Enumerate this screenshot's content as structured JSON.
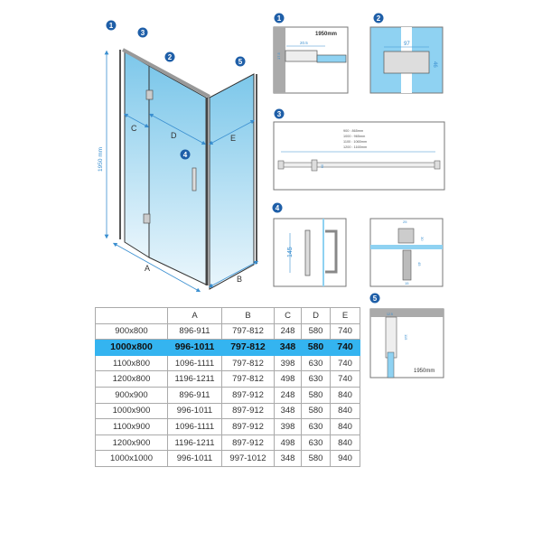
{
  "main_drawing": {
    "height_label": "1950 mm",
    "dim_labels": {
      "a": "A",
      "b": "B",
      "c": "C",
      "d": "D",
      "e": "E"
    },
    "badges": [
      "1",
      "2",
      "3",
      "4",
      "5"
    ]
  },
  "details": {
    "d1": {
      "badge": "1",
      "height": "1950mm",
      "width_dim": "20.5",
      "side_dim": "17.5"
    },
    "d2": {
      "badge": "2",
      "width_dim": "97",
      "height_dim": "46"
    },
    "d3": {
      "badge": "3",
      "lengths": [
        "900 : 865mm",
        "1000 : 965mm",
        "1100 : 1065mm",
        "1200 : 1165mm"
      ],
      "bracket_dim": "60"
    },
    "d4": {
      "badge": "4",
      "handle_dim": "145"
    },
    "d4b": {
      "top_w": "25",
      "top_h": "30",
      "bottom_h": "45",
      "bottom_w": "15"
    },
    "d5": {
      "badge": "5",
      "width_dim": "12.5",
      "height_dim": "115",
      "height": "1950mm"
    }
  },
  "table": {
    "headers": [
      "",
      "A",
      "B",
      "C",
      "D",
      "E"
    ],
    "highlight_color": "#34b4f0",
    "rows": [
      [
        "900x800",
        "896-911",
        "797-812",
        "248",
        "580",
        "740"
      ],
      [
        "1000x800",
        "996-1011",
        "797-812",
        "348",
        "580",
        "740"
      ],
      [
        "1100x800",
        "1096-1111",
        "797-812",
        "398",
        "630",
        "740"
      ],
      [
        "1200x800",
        "1196-1211",
        "797-812",
        "498",
        "630",
        "740"
      ],
      [
        "900x900",
        "896-911",
        "897-912",
        "248",
        "580",
        "840"
      ],
      [
        "1000x900",
        "996-1011",
        "897-912",
        "348",
        "580",
        "840"
      ],
      [
        "1100x900",
        "1096-1111",
        "897-912",
        "398",
        "630",
        "840"
      ],
      [
        "1200x900",
        "1196-1211",
        "897-912",
        "498",
        "630",
        "840"
      ],
      [
        "1000x1000",
        "996-1011",
        "997-1012",
        "348",
        "580",
        "940"
      ]
    ],
    "highlighted_row": 1
  }
}
